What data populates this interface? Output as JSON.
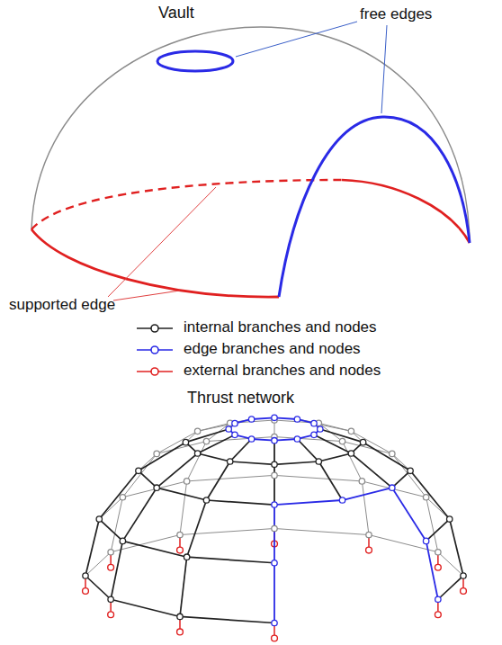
{
  "diagram": {
    "title": "Vault",
    "labels": [
      "free edges",
      "supported edge",
      "Thrust network"
    ],
    "legend": [
      {
        "text": "internal branches and nodes"
      },
      {
        "text": "edge branches and nodes"
      },
      {
        "text": "external branches and nodes"
      }
    ]
  }
}
